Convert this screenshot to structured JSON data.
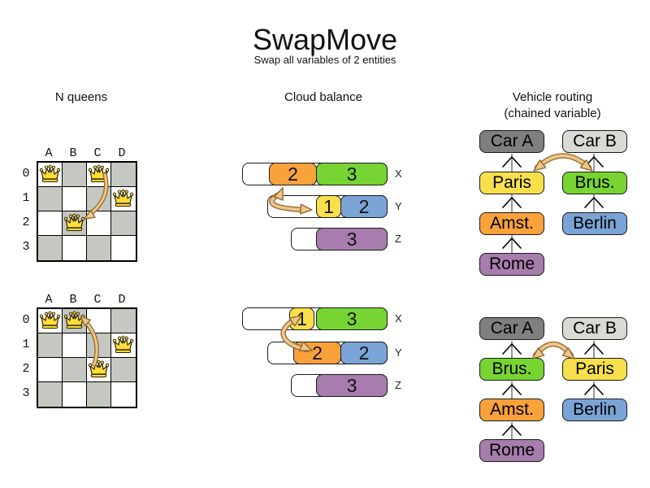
{
  "header": {
    "title": "SwapMove",
    "subtitle": "Swap all variables of 2 entities"
  },
  "nqueens": {
    "label": "N queens",
    "col_labels": [
      "A",
      "B",
      "C",
      "D"
    ],
    "row_labels": [
      "0",
      "1",
      "2",
      "3"
    ],
    "before": {
      "queens": [
        "A0",
        "C0",
        "D1",
        "B2"
      ],
      "swap": [
        "C0",
        "B2"
      ]
    },
    "after": {
      "queens": [
        "A0",
        "B0",
        "D1",
        "C2"
      ],
      "swap": [
        "B0",
        "C2"
      ]
    }
  },
  "cloud": {
    "label": "Cloud balance",
    "before": {
      "rows": [
        {
          "label": "X",
          "blocks": [
            {
              "value": "2",
              "color": "#F9A13B"
            },
            {
              "value": "3",
              "color": "#77D433"
            }
          ]
        },
        {
          "label": "Y",
          "blocks": [
            {
              "value": "1",
              "color": "#F8E04C"
            },
            {
              "value": "2",
              "color": "#7BA4D6"
            }
          ]
        },
        {
          "label": "Z",
          "blocks": [
            {
              "value": "3",
              "color": "#A77DAD"
            }
          ]
        }
      ],
      "swap": [
        "X: 2",
        "Y: 1"
      ]
    },
    "after": {
      "rows": [
        {
          "label": "X",
          "blocks": [
            {
              "value": "1",
              "color": "#F8E04C"
            },
            {
              "value": "3",
              "color": "#77D433"
            }
          ]
        },
        {
          "label": "Y",
          "blocks": [
            {
              "value": "2",
              "color": "#F9A13B"
            },
            {
              "value": "2",
              "color": "#7BA4D6"
            }
          ]
        },
        {
          "label": "Z",
          "blocks": [
            {
              "value": "3",
              "color": "#A77DAD"
            }
          ]
        }
      ],
      "swap": [
        "X: 1",
        "Y: 2"
      ]
    }
  },
  "vehicle": {
    "label": "Vehicle routing",
    "sublabel": "(chained variable)",
    "before": {
      "left": [
        {
          "name": "Car A",
          "color": "#7F7F7F"
        },
        {
          "name": "Paris",
          "color": "#F8E04C"
        },
        {
          "name": "Amst.",
          "color": "#F9A13B"
        },
        {
          "name": "Rome",
          "color": "#A77DAD"
        }
      ],
      "right": [
        {
          "name": "Car B",
          "color": "#D8DBD4"
        },
        {
          "name": "Brus.",
          "color": "#77D433"
        },
        {
          "name": "Berlin",
          "color": "#7BA4D6"
        }
      ],
      "swap": [
        "Paris",
        "Brus."
      ]
    },
    "after": {
      "left": [
        {
          "name": "Car A",
          "color": "#7F7F7F"
        },
        {
          "name": "Brus.",
          "color": "#77D433"
        },
        {
          "name": "Amst.",
          "color": "#F9A13B"
        },
        {
          "name": "Rome",
          "color": "#A77DAD"
        }
      ],
      "right": [
        {
          "name": "Car B",
          "color": "#D8DBD4"
        },
        {
          "name": "Paris",
          "color": "#F8E04C"
        },
        {
          "name": "Berlin",
          "color": "#7BA4D6"
        }
      ],
      "swap": [
        "Brus.",
        "Paris"
      ]
    }
  },
  "colors": {
    "board_shade": "#C4C8C0",
    "queen": "#FFDE38",
    "swap_arrow_fill": "#EFC58C",
    "swap_arrow_outline": "#8F6B2C",
    "chain_line": "#7F7F7F"
  }
}
